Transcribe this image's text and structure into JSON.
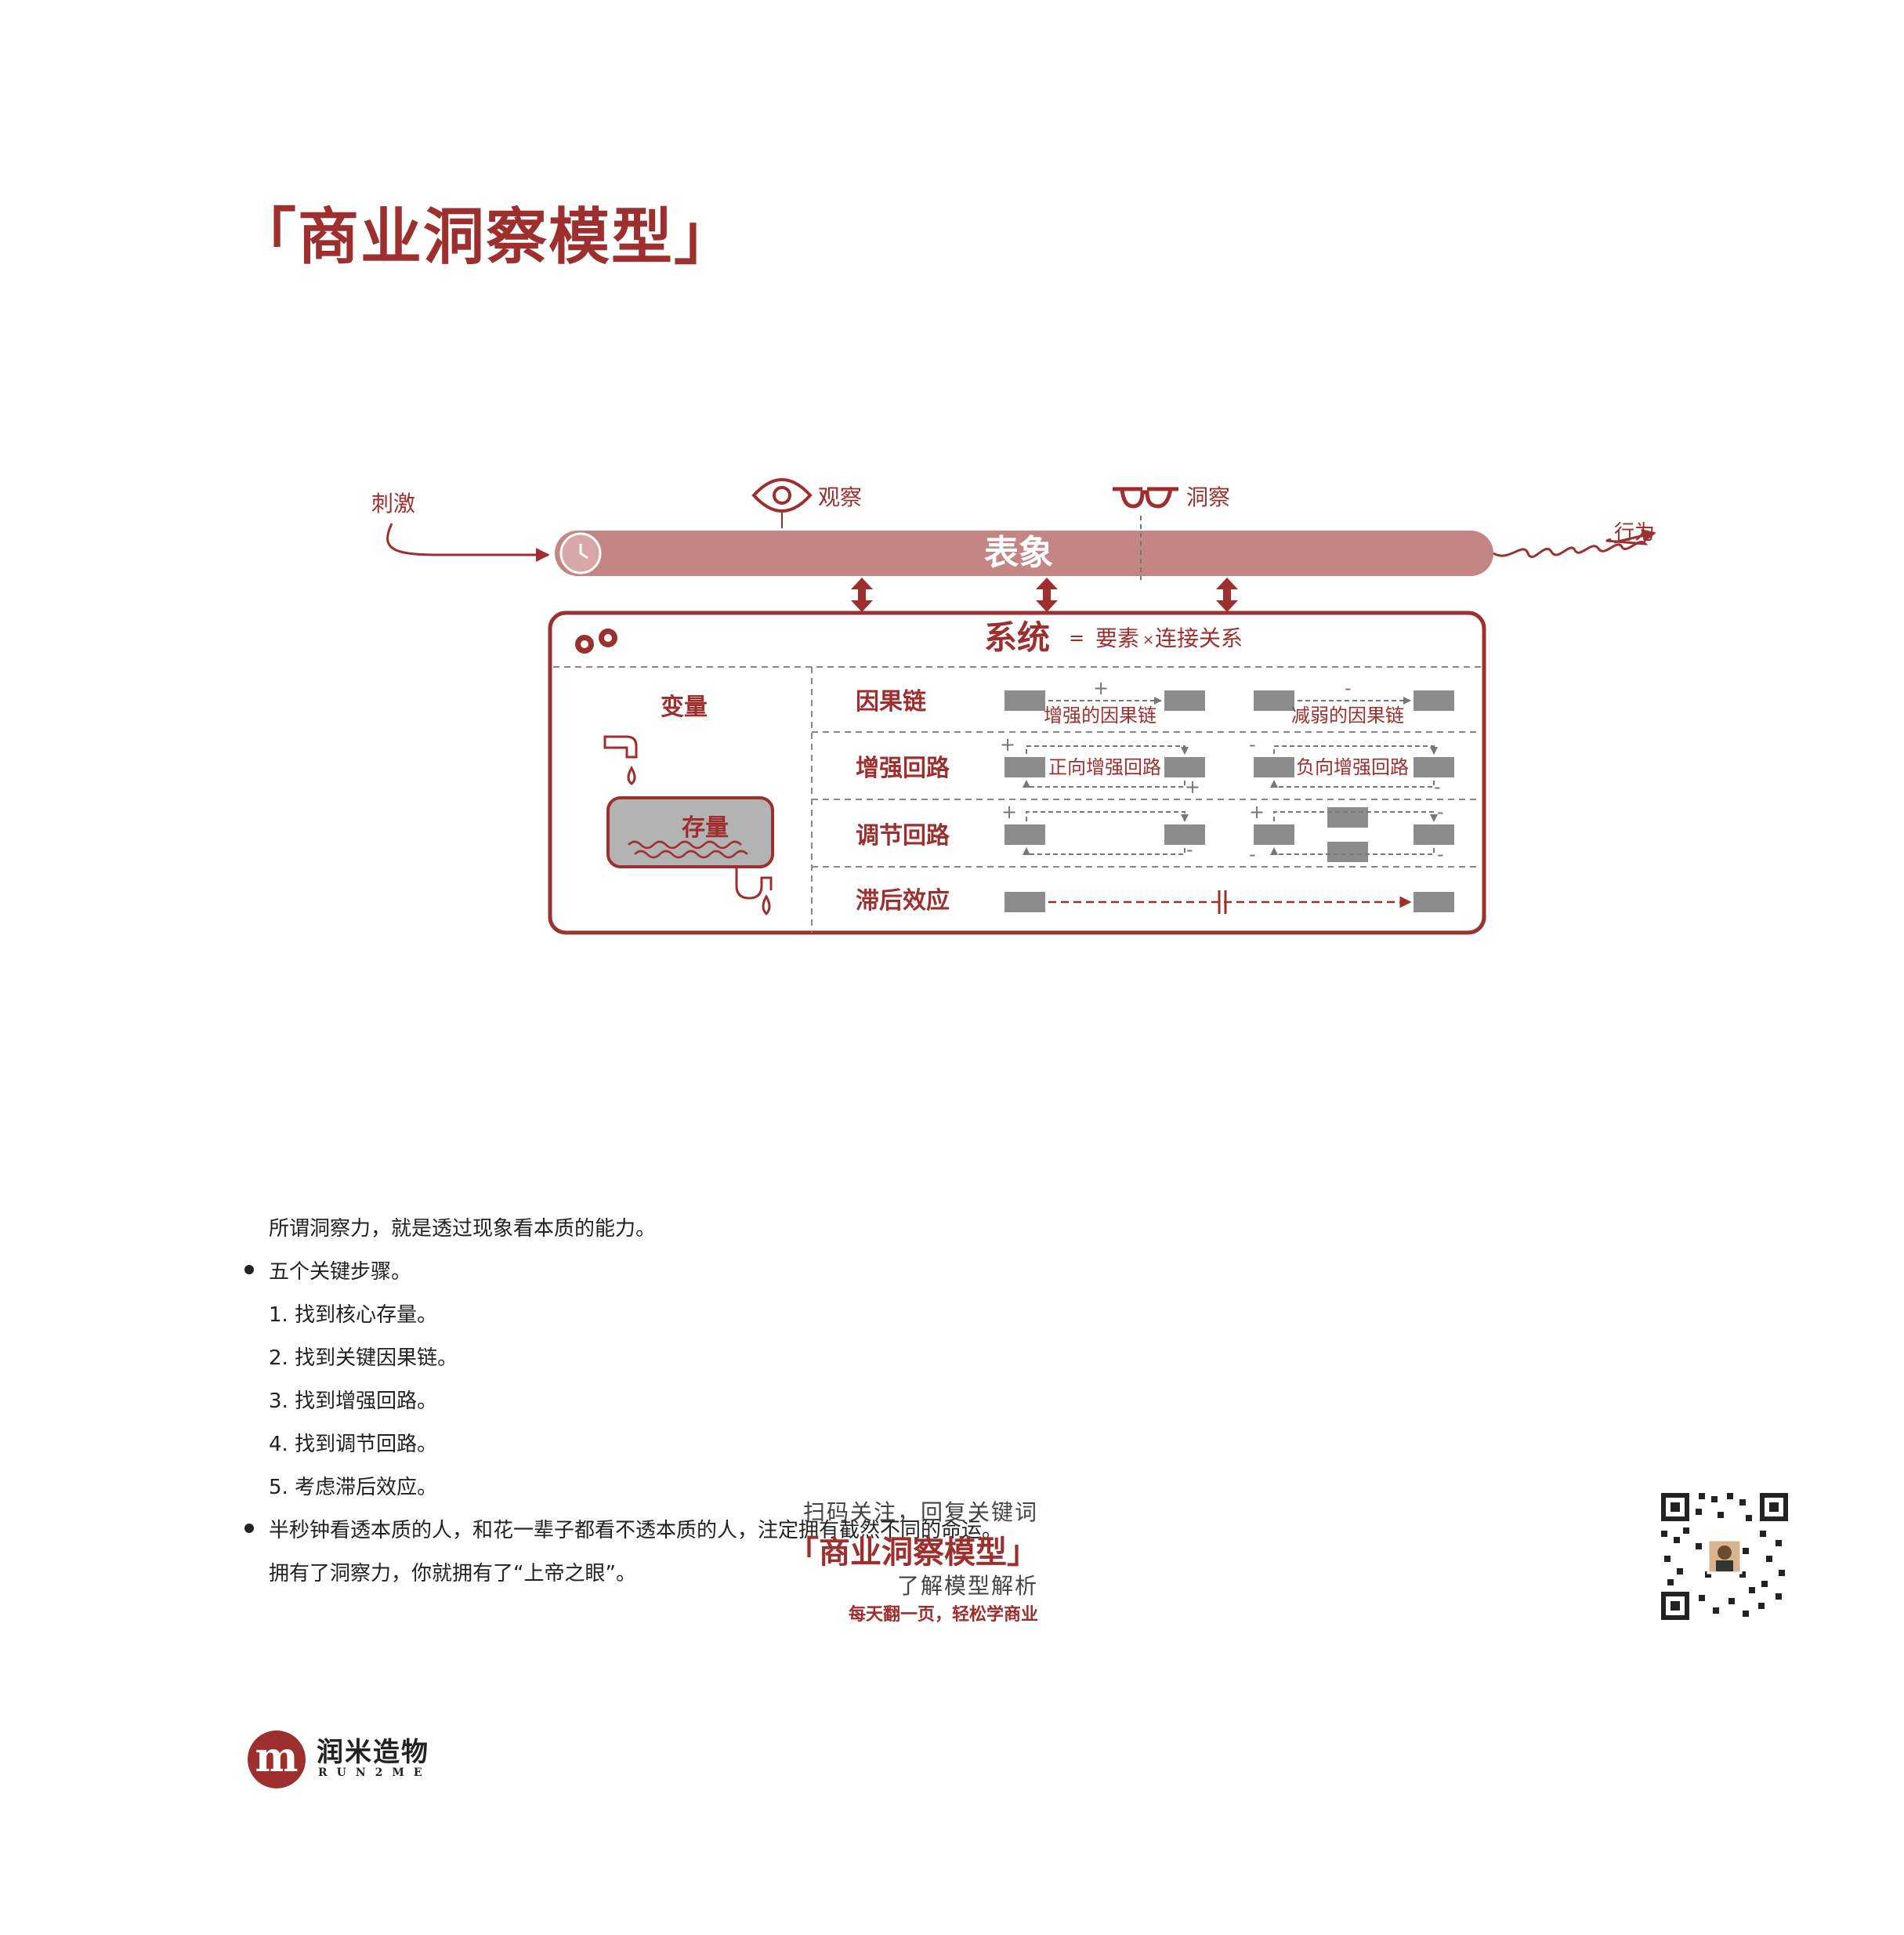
{
  "header": {
    "title": "「商业洞察模型」"
  },
  "diagram": {
    "stimulus": "刺激",
    "observe": "观察",
    "insight": "洞察",
    "behavior": "行为",
    "phenomenon": "表象",
    "system_title": "系统",
    "system_formula_eq": "=",
    "system_formula_a": "要素",
    "system_formula_x": "×",
    "system_formula_b": "连接关系",
    "variable": "变量",
    "stock": "存量",
    "rows": {
      "causal_chain": "因果链",
      "reinforcing_loop": "增强回路",
      "balancing_loop": "调节回路",
      "delay": "滞后效应"
    },
    "labels": {
      "enhance_chain": "增强的因果链",
      "weaken_chain": "减弱的因果链",
      "positive_loop": "正向增强回路",
      "negative_loop": "负向增强回路"
    },
    "signs": {
      "plus": "+",
      "minus": "-"
    },
    "colors": {
      "accent": "#9e2f2f",
      "bar": "#c48585",
      "box": "#8c8c8c"
    }
  },
  "text": {
    "intro": "所谓洞察力，就是透过现象看本质的能力。",
    "steps_heading": "五个关键步骤。",
    "steps": [
      "1.   找到核心存量。",
      "2.   找到关键因果链。",
      "3.   找到增强回路。",
      "4.   找到调节回路。",
      "5.   考虑滞后效应。"
    ],
    "quote": "半秒钟看透本质的人，和花一辈子都看不透本质的人，注定拥有截然不同的命运。",
    "closing": "拥有了洞察力，你就拥有了“上帝之眼”。"
  },
  "promo": {
    "line1": "扫码关注，回复关键词",
    "line2": "「商业洞察模型」",
    "line3": "了解模型解析",
    "line4": "每天翻一页，轻松学商业"
  },
  "brand": {
    "logo_letter": "m",
    "name_cn": "润米造物",
    "name_en": "RUN2ME"
  }
}
